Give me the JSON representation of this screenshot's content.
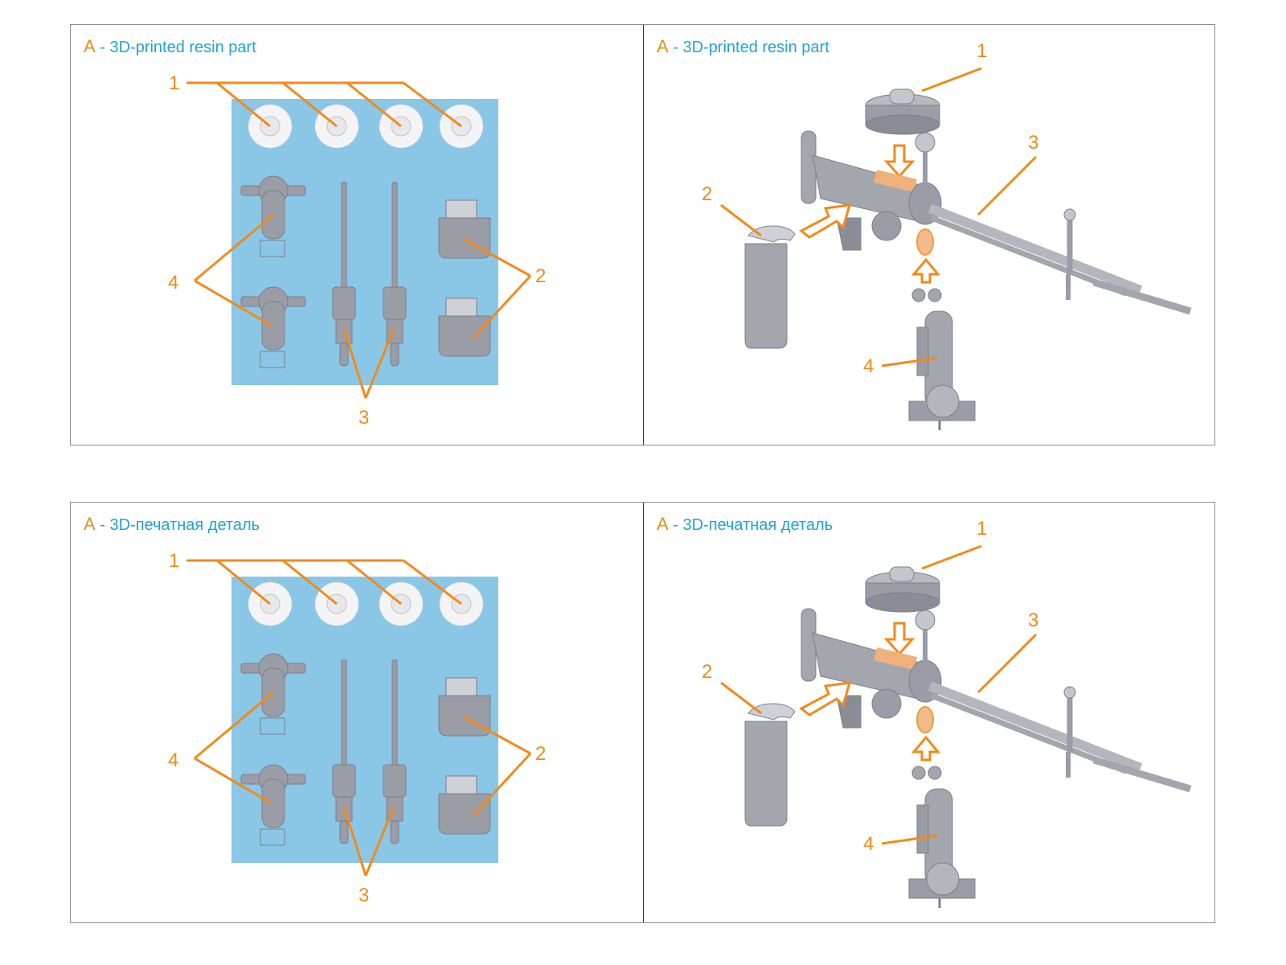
{
  "sheets": [
    {
      "language": "en",
      "left_panel": {
        "title_letter": "A",
        "title_text": " - 3D-printed resin part",
        "callouts": [
          "1",
          "2",
          "3",
          "4"
        ]
      },
      "right_panel": {
        "title_letter": "A",
        "title_text": " - 3D-printed resin part",
        "callouts": [
          "1",
          "2",
          "3",
          "4"
        ]
      }
    },
    {
      "language": "ru",
      "left_panel": {
        "title_letter": "A",
        "title_text": " - 3D-печатная деталь",
        "callouts": [
          "1",
          "2",
          "3",
          "4"
        ]
      },
      "right_panel": {
        "title_letter": "A",
        "title_text": " - 3D-печатная деталь",
        "callouts": [
          "1",
          "2",
          "3",
          "4"
        ]
      }
    }
  ],
  "colors": {
    "accent_orange": "#f28a1a",
    "title_blue": "#1fa3d6",
    "resin_plate_blue": "#8ac6e6",
    "part_grey": "#9a9ca6",
    "highlight_orange_fill": "#f0b07a"
  }
}
